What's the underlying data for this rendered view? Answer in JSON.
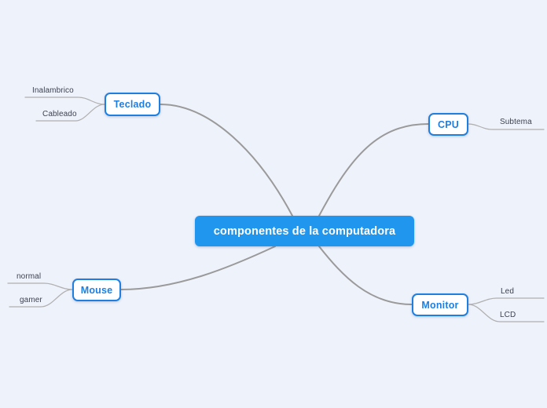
{
  "diagram": {
    "type": "mind-map",
    "background_color": "#eef2fb",
    "root": {
      "label": "componentes de la computadora",
      "fill_color": "#2196ef",
      "text_color": "#ffffff"
    },
    "branch_style": {
      "fill_color": "#ffffff",
      "border_color": "#1f7fe0",
      "text_color": "#1f7fe0"
    },
    "connector_color": "#9a9a9a",
    "branches": [
      {
        "label": "Teclado",
        "position": "top-left",
        "children": [
          {
            "label": "Inalambrico"
          },
          {
            "label": "Cableado"
          }
        ]
      },
      {
        "label": "CPU",
        "position": "top-right",
        "children": [
          {
            "label": "Subtema"
          }
        ]
      },
      {
        "label": "Mouse",
        "position": "bottom-left",
        "children": [
          {
            "label": "normal"
          },
          {
            "label": "gamer"
          }
        ]
      },
      {
        "label": "Monitor",
        "position": "bottom-right",
        "children": [
          {
            "label": "Led"
          },
          {
            "label": "LCD"
          }
        ]
      }
    ]
  }
}
